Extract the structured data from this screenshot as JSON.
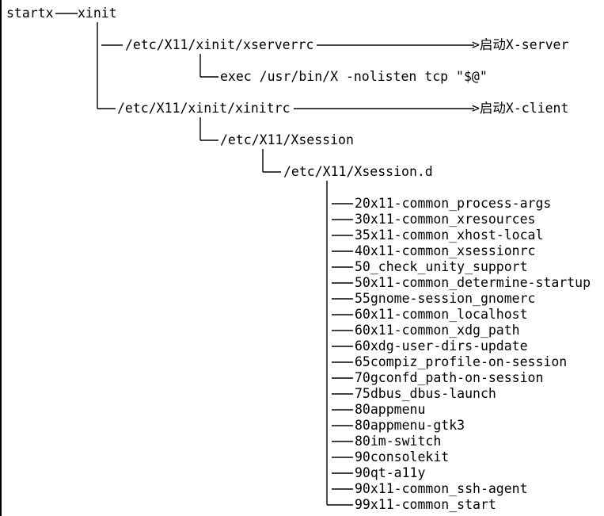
{
  "root": {
    "startx": "startx",
    "xinit": "xinit"
  },
  "branch_server": {
    "path": "/etc/X11/xinit/xserverrc",
    "result": ">启动X-server",
    "exec": "exec /usr/bin/X -nolisten tcp \"$@\""
  },
  "branch_client": {
    "path": "/etc/X11/xinit/xinitrc",
    "result": ">启动X-client",
    "xsession": "/etc/X11/Xsession",
    "xsession_d": "/etc/X11/Xsession.d"
  },
  "scripts": [
    "20x11-common_process-args",
    "30x11-common_xresources",
    "35x11-common_xhost-local",
    "40x11-common_xsessionrc",
    "50_check_unity_support",
    "50x11-common_determine-startup",
    "55gnome-session_gnomerc",
    "60x11-common_localhost",
    "60x11-common_xdg_path",
    "60xdg-user-dirs-update",
    "65compiz_profile-on-session",
    "70gconfd_path-on-session",
    "75dbus_dbus-launch",
    "80appmenu",
    "80appmenu-gtk3",
    "80im-switch",
    "90consolekit",
    "90qt-a11y",
    "90x11-common_ssh-agent",
    "99x11-common_start"
  ]
}
